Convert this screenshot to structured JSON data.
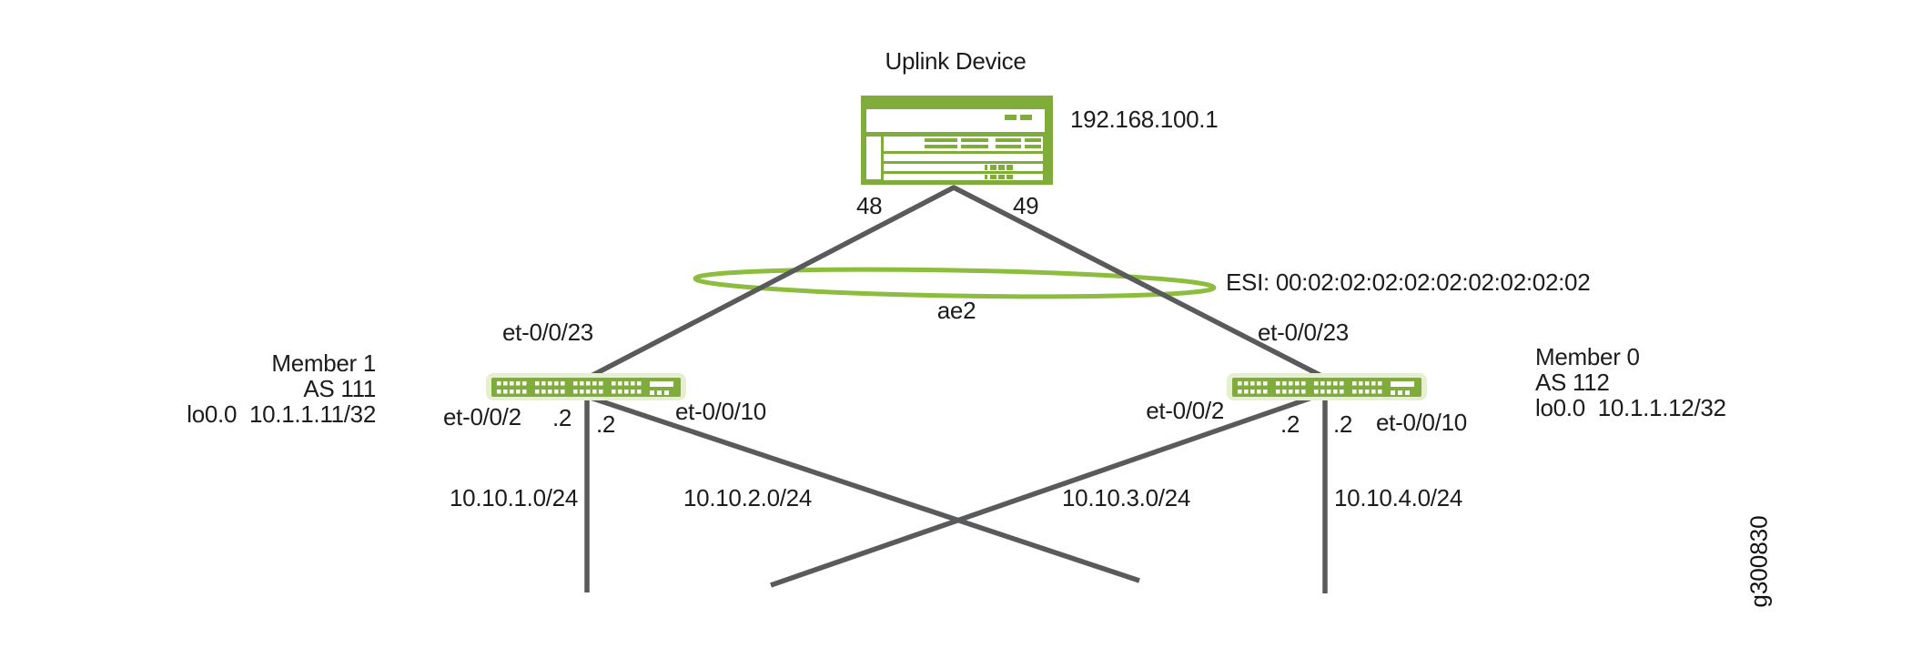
{
  "diagram": {
    "uplink": {
      "title": "Uplink Device",
      "ip": "192.168.100.1",
      "port_left": "48",
      "port_right": "49"
    },
    "lag": {
      "esi": "ESI: 00:02:02:02:02:02:02:02:02:02",
      "name": "ae2"
    },
    "member1": {
      "name": "Member 1",
      "asn": "AS 111",
      "loopback": "lo0.0  10.1.1.11/32",
      "uplink_if": "et-0/0/23",
      "if_a": "et-0/0/2",
      "if_a_addr": ".2",
      "if_b_addr": ".2",
      "if_c": "et-0/0/10"
    },
    "member0": {
      "name": "Member 0",
      "asn": "AS 112",
      "loopback": "lo0.0  10.1.1.12/32",
      "uplink_if": "et-0/0/23",
      "if_a": "et-0/0/2",
      "if_a_addr": ".2",
      "if_b_addr": ".2",
      "if_c": "et-0/0/10"
    },
    "subnets": [
      "10.10.1.0/24",
      "10.10.2.0/24",
      "10.10.3.0/24",
      "10.10.4.0/24"
    ],
    "figure_id": "g300830",
    "colors": {
      "device_green": "#7FAC3A",
      "ellipse_green": "#8CBD3E",
      "switch_glow": "#E6F0CF",
      "line_gray": "#595A5C",
      "text": "#1C1C1C"
    }
  }
}
